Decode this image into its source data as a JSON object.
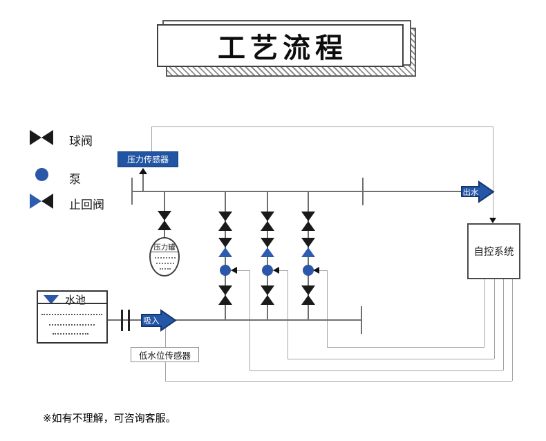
{
  "title": "工艺流程",
  "legend": {
    "items": [
      {
        "label": "球阀",
        "symbol": "ball-valve-icon"
      },
      {
        "label": "泵",
        "symbol": "pump-icon"
      },
      {
        "label": "止回阀",
        "symbol": "check-valve-icon"
      }
    ]
  },
  "diagram": {
    "pressure_sensor": "压力传感器",
    "pressure_tank": "压力罐",
    "water_tank": "水池",
    "suction": "吸入",
    "outlet": "出水",
    "control_system": "自控系统",
    "low_water_sensor": "低水位传感器"
  },
  "footnote": "※如有不理解，可咨询客服。",
  "colors": {
    "accent_blue": "#2457a7",
    "arrow_border_navy": "#16356e",
    "valve_black": "#1a1a1a",
    "valve_blue": "#2e5cae",
    "pipe_gray": "#6f6f6f",
    "signal_gray": "#a3a3a3",
    "sensor_box_blue": "#2155a3"
  }
}
